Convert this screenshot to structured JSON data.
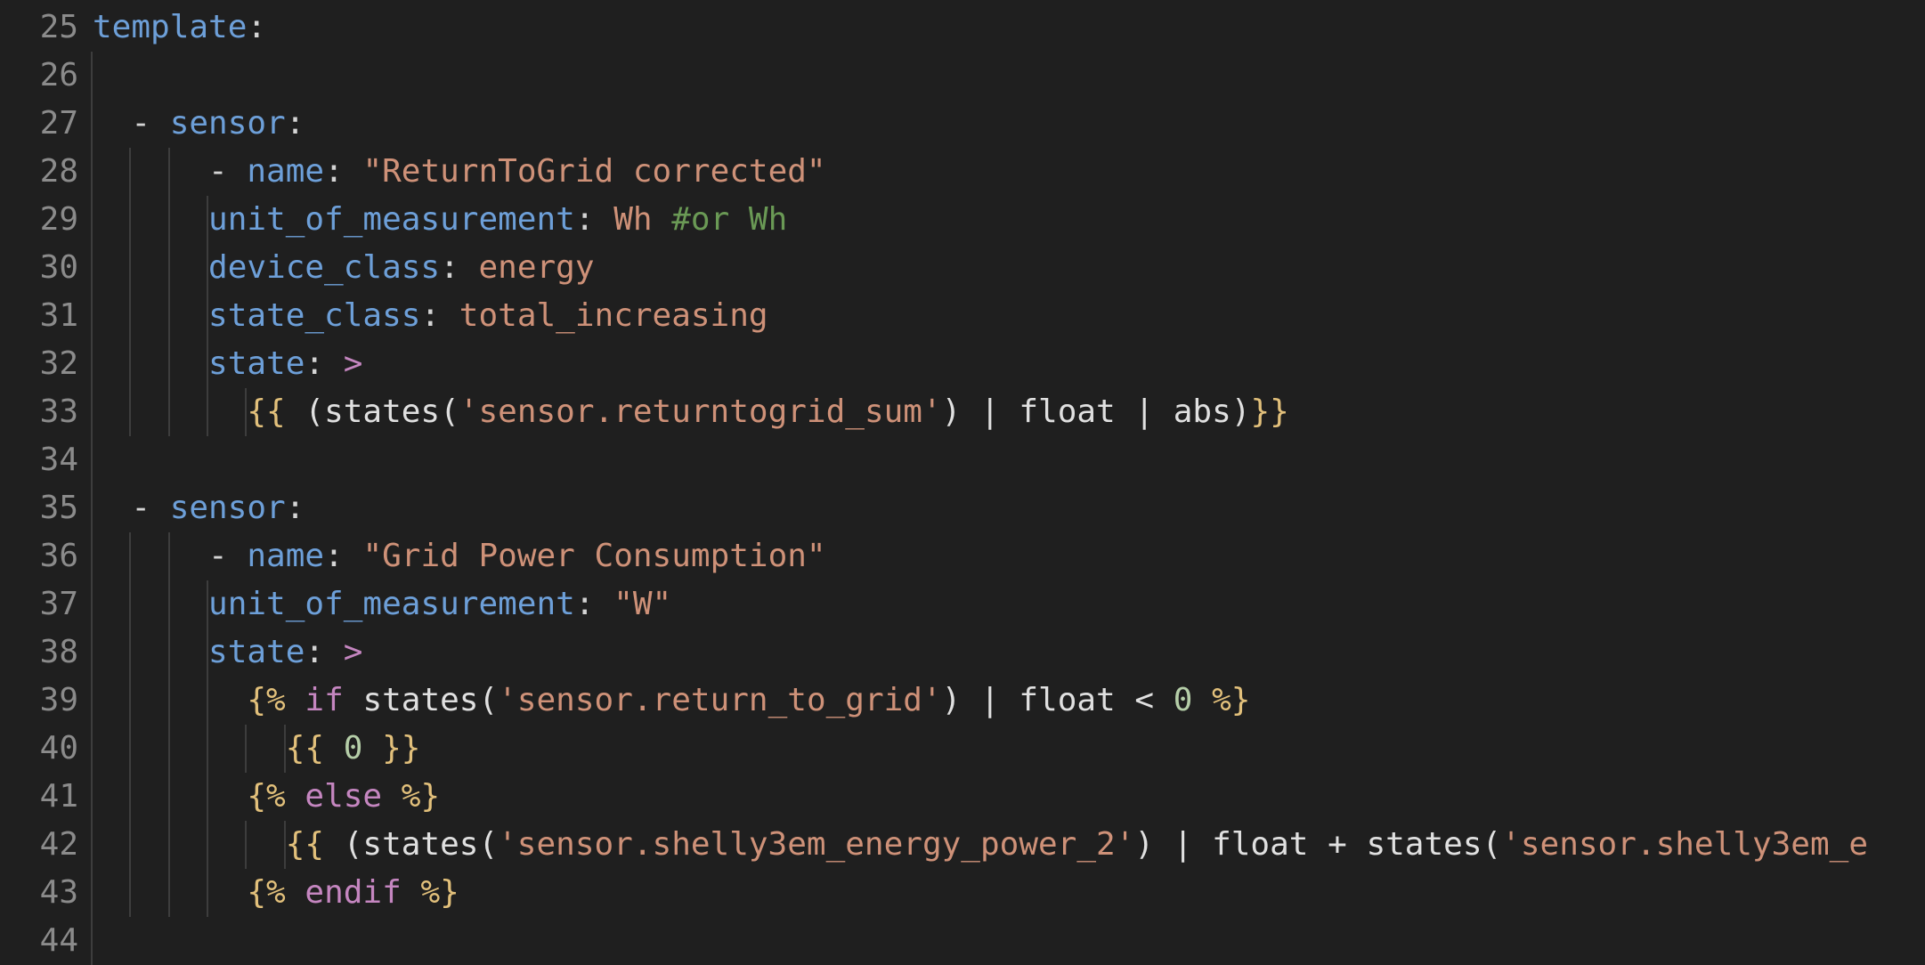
{
  "editor": {
    "language": "yaml",
    "first_line": 25,
    "lines": [
      {
        "n": "25",
        "indent": 0,
        "tokens": [
          [
            "k",
            "template"
          ],
          [
            "p",
            ":"
          ]
        ]
      },
      {
        "n": "26",
        "indent": 0,
        "tokens": []
      },
      {
        "n": "27",
        "indent": 2,
        "tokens": [
          [
            "p",
            "- "
          ],
          [
            "k",
            "sensor"
          ],
          [
            "p",
            ":"
          ]
        ]
      },
      {
        "n": "28",
        "indent": 6,
        "tokens": [
          [
            "p",
            "- "
          ],
          [
            "k",
            "name"
          ],
          [
            "p",
            ": "
          ],
          [
            "s",
            "\"ReturnToGrid corrected\""
          ]
        ]
      },
      {
        "n": "29",
        "indent": 6,
        "tokens": [
          [
            "k",
            "unit_of_measurement"
          ],
          [
            "p",
            ": "
          ],
          [
            "s",
            "Wh "
          ],
          [
            "c",
            "#or Wh"
          ]
        ]
      },
      {
        "n": "30",
        "indent": 6,
        "tokens": [
          [
            "k",
            "device_class"
          ],
          [
            "p",
            ": "
          ],
          [
            "s",
            "energy"
          ]
        ]
      },
      {
        "n": "31",
        "indent": 6,
        "tokens": [
          [
            "k",
            "state_class"
          ],
          [
            "p",
            ": "
          ],
          [
            "s",
            "total_increasing"
          ]
        ]
      },
      {
        "n": "32",
        "indent": 6,
        "tokens": [
          [
            "k",
            "state"
          ],
          [
            "p",
            ": "
          ],
          [
            "o",
            ">"
          ]
        ]
      },
      {
        "n": "33",
        "indent": 8,
        "tokens": [
          [
            "j",
            "{{"
          ],
          [
            "t",
            " (states("
          ],
          [
            "s",
            "'sensor.returntogrid_sum'"
          ],
          [
            "t",
            ") | float | abs)"
          ],
          [
            "j",
            "}}"
          ]
        ]
      },
      {
        "n": "34",
        "indent": 0,
        "tokens": []
      },
      {
        "n": "35",
        "indent": 2,
        "tokens": [
          [
            "p",
            "- "
          ],
          [
            "k",
            "sensor"
          ],
          [
            "p",
            ":"
          ]
        ]
      },
      {
        "n": "36",
        "indent": 6,
        "tokens": [
          [
            "p",
            "- "
          ],
          [
            "k",
            "name"
          ],
          [
            "p",
            ": "
          ],
          [
            "s",
            "\"Grid Power Consumption\""
          ]
        ]
      },
      {
        "n": "37",
        "indent": 6,
        "tokens": [
          [
            "k",
            "unit_of_measurement"
          ],
          [
            "p",
            ": "
          ],
          [
            "s",
            "\"W\""
          ]
        ]
      },
      {
        "n": "38",
        "indent": 6,
        "tokens": [
          [
            "k",
            "state"
          ],
          [
            "p",
            ": "
          ],
          [
            "o",
            ">"
          ]
        ]
      },
      {
        "n": "39",
        "indent": 8,
        "tokens": [
          [
            "j",
            "{%"
          ],
          [
            "t",
            " "
          ],
          [
            "o",
            "if"
          ],
          [
            "t",
            " states("
          ],
          [
            "s",
            "'sensor.return_to_grid'"
          ],
          [
            "t",
            ") | float < "
          ],
          [
            "n",
            "0"
          ],
          [
            "t",
            " "
          ],
          [
            "j",
            "%}"
          ]
        ]
      },
      {
        "n": "40",
        "indent": 10,
        "tokens": [
          [
            "j",
            "{{"
          ],
          [
            "t",
            " "
          ],
          [
            "n",
            "0"
          ],
          [
            "t",
            " "
          ],
          [
            "j",
            "}}"
          ]
        ]
      },
      {
        "n": "41",
        "indent": 8,
        "tokens": [
          [
            "j",
            "{%"
          ],
          [
            "t",
            " "
          ],
          [
            "o",
            "else"
          ],
          [
            "t",
            " "
          ],
          [
            "j",
            "%}"
          ]
        ]
      },
      {
        "n": "42",
        "indent": 10,
        "tokens": [
          [
            "j",
            "{{"
          ],
          [
            "t",
            " (states("
          ],
          [
            "s",
            "'sensor.shelly3em_energy_power_2'"
          ],
          [
            "t",
            ") | float + states("
          ],
          [
            "s",
            "'sensor.shelly3em_e"
          ]
        ]
      },
      {
        "n": "43",
        "indent": 8,
        "tokens": [
          [
            "j",
            "{%"
          ],
          [
            "t",
            " "
          ],
          [
            "o",
            "endif"
          ],
          [
            "t",
            " "
          ],
          [
            "j",
            "%}"
          ]
        ]
      },
      {
        "n": "44",
        "indent": 0,
        "tokens": []
      }
    ],
    "guides": [
      {
        "col": 0,
        "from": 1,
        "to": 19
      },
      {
        "col": 2,
        "from": 3,
        "to": 8
      },
      {
        "col": 4,
        "from": 3,
        "to": 8
      },
      {
        "col": 6,
        "from": 4,
        "to": 8
      },
      {
        "col": 8,
        "from": 8,
        "to": 8
      },
      {
        "col": 2,
        "from": 11,
        "to": 18
      },
      {
        "col": 4,
        "from": 11,
        "to": 18
      },
      {
        "col": 6,
        "from": 12,
        "to": 18
      },
      {
        "col": 8,
        "from": 15,
        "to": 15
      },
      {
        "col": 10,
        "from": 15,
        "to": 15
      },
      {
        "col": 8,
        "from": 17,
        "to": 17
      },
      {
        "col": 10,
        "from": 17,
        "to": 17
      }
    ]
  }
}
